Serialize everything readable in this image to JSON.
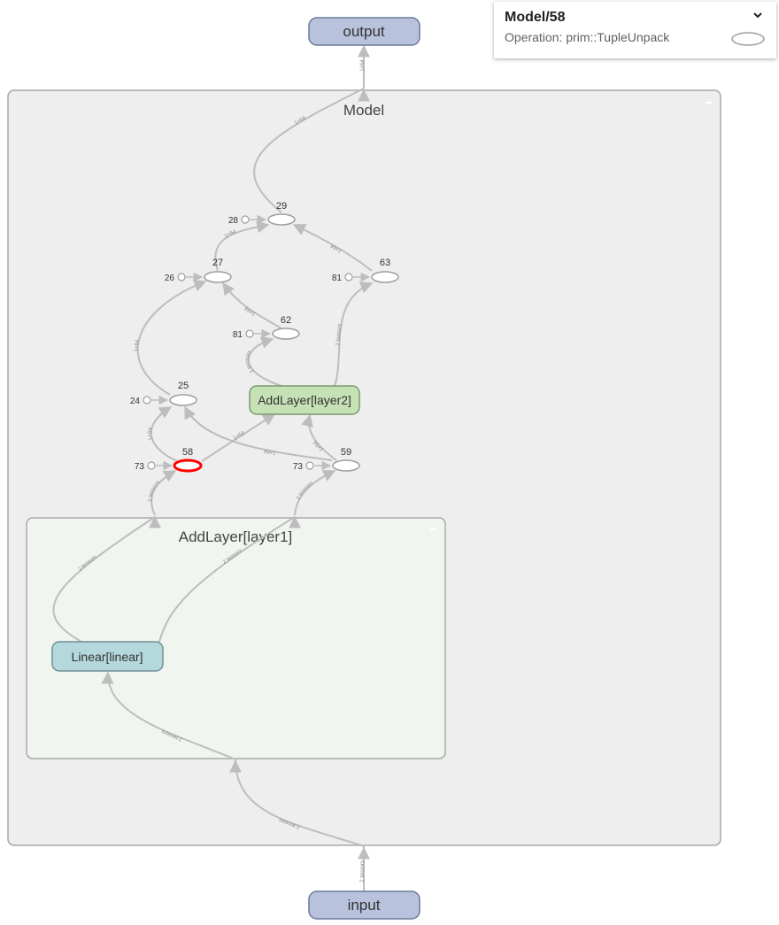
{
  "info_card": {
    "title": "Model/58",
    "subtitle": "Operation: prim::TupleUnpack"
  },
  "graph": {
    "io": {
      "output": "output",
      "input": "input"
    },
    "groups": {
      "model": "Model",
      "layer1": "AddLayer[layer1]"
    },
    "modules": {
      "layer2": "AddLayer[layer2]",
      "linear": "Linear[linear]"
    },
    "ops": [
      {
        "id": "op-29",
        "label": "29",
        "const": "28"
      },
      {
        "id": "op-27",
        "label": "27",
        "const": "26"
      },
      {
        "id": "op-63",
        "label": "63",
        "const": "81"
      },
      {
        "id": "op-62",
        "label": "62",
        "const": "81"
      },
      {
        "id": "op-25",
        "label": "25",
        "const": "24"
      },
      {
        "id": "op-58",
        "label": "58",
        "const": "73",
        "selected": true
      },
      {
        "id": "op-59",
        "label": "59",
        "const": "73"
      }
    ],
    "edge_labels": {
      "out": "1×64",
      "model_top": "1×64",
      "e27_29": "1×64",
      "e63_29": "1×64",
      "e25_27": "1×64",
      "e62_27": "1×64",
      "layer2_62": "2 tensors",
      "layer2_63": "2 tensors",
      "e58_25": "1×64",
      "e59_25": "1×64",
      "e58_layer2": "1×64",
      "e59_layer2": "1×64",
      "layer1_58": "2 tensors",
      "layer1_59": "2 tensors",
      "lin_58": "2 tensors",
      "lin_59": "2 tensors",
      "in_lin": "2 tensors",
      "in_model": "2 tensors",
      "in": "2 tensors"
    }
  },
  "colors": {
    "edge": "#bdbdbd",
    "model_bg": "#eeeeee",
    "layer1_bg": "#f1f5ef",
    "io_fill": "#b8c2dc",
    "layer2_fill": "#c5e1b5",
    "linear_fill": "#b5d8dc",
    "selected": "#ff0000"
  }
}
